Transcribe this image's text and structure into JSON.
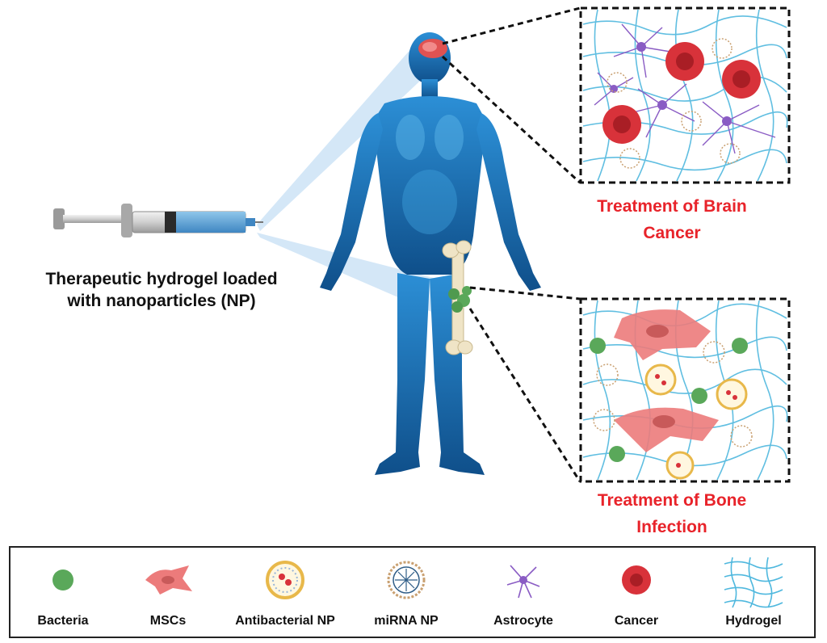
{
  "captions": {
    "syringe_line1": "Therapeutic hydrogel loaded",
    "syringe_line2": "with nanoparticles (NP)",
    "brain_line1": "Treatment of Brain",
    "brain_line2": "Cancer",
    "bone_line1": "Treatment of Bone",
    "bone_line2": "Infection"
  },
  "legend": {
    "items": [
      {
        "label": "Bacteria",
        "icon": "bacteria-icon"
      },
      {
        "label": "MSCs",
        "icon": "msc-icon"
      },
      {
        "label": "Antibacterial NP",
        "icon": "antibacterial-np-icon"
      },
      {
        "label": "miRNA NP",
        "icon": "mirna-np-icon"
      },
      {
        "label": "Astrocyte",
        "icon": "astrocyte-icon"
      },
      {
        "label": "Cancer",
        "icon": "cancer-cell-icon"
      },
      {
        "label": "Hydrogel",
        "icon": "hydrogel-icon"
      }
    ]
  },
  "colors": {
    "caption_red": "#e8232a",
    "body_blue": "#1a6fb3",
    "hydrogel": "#4fb8de",
    "bacteria": "#5aa85a",
    "msc": "#ec7b7b",
    "cancer": "#d8323a",
    "astrocyte": "#8a5cc4",
    "nanoparticle_ring": "#e8b84a"
  }
}
